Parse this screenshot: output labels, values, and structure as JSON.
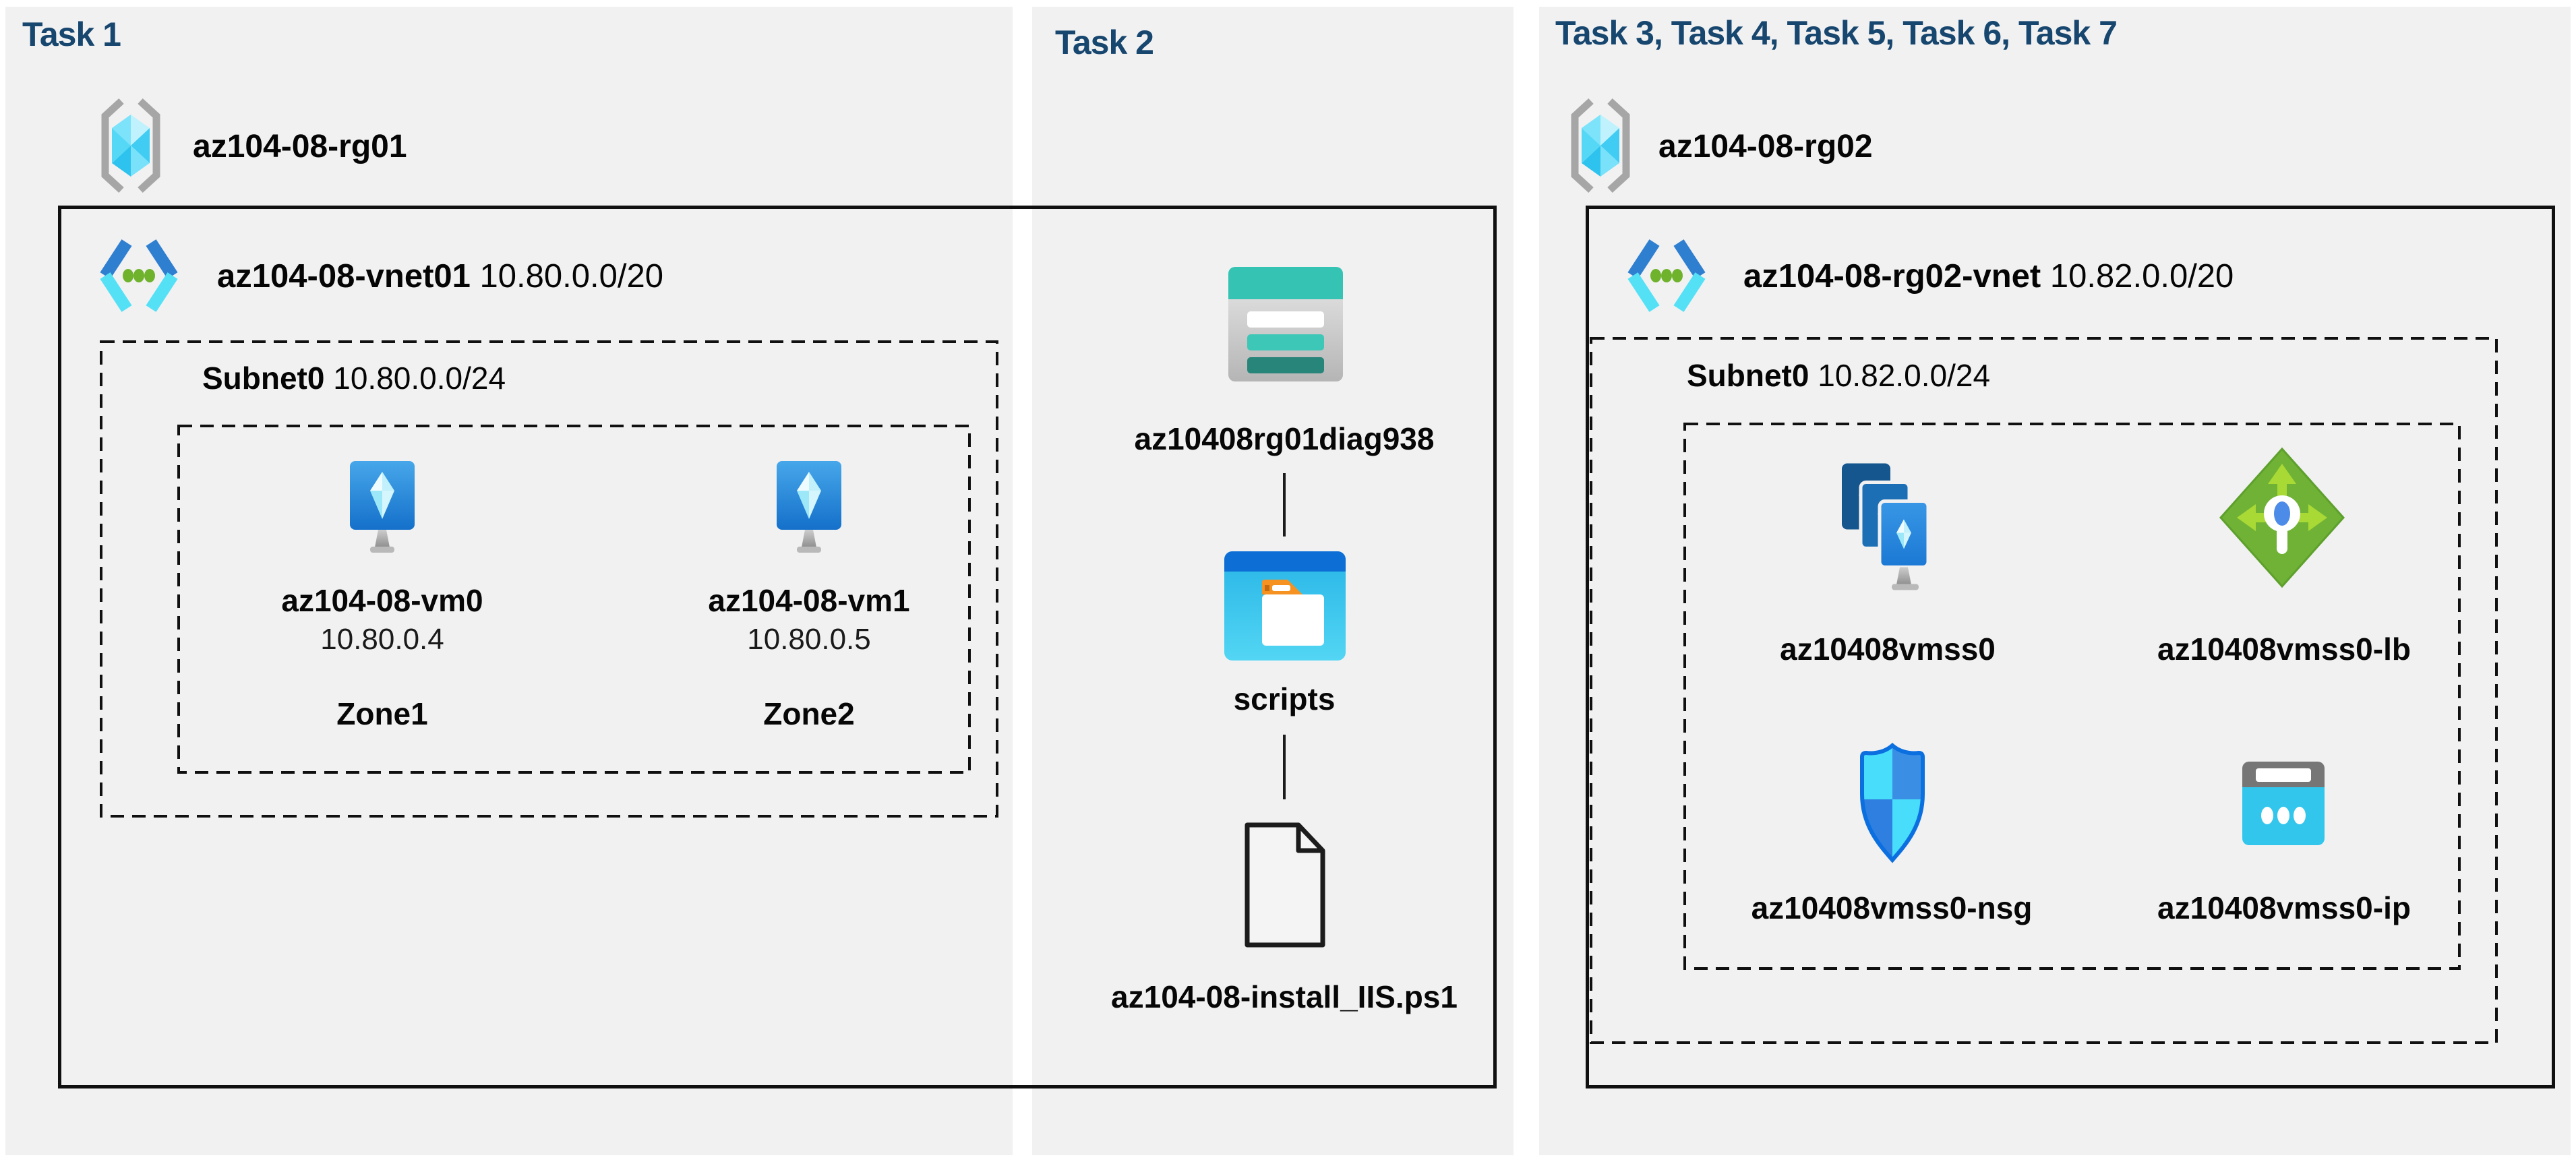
{
  "colors": {
    "title_navy": "#17466e",
    "panel_gray": "#f1f1f2",
    "storage_teal": "#35c3b3",
    "lb_green": "#6fb236",
    "vm_blue": "#1470ca",
    "cyan": "#49ddfc"
  },
  "task1": {
    "title": "Task 1",
    "resource_group": "az104-08-rg01",
    "vnet_name": "az104-08-vnet01",
    "vnet_cidr": "10.80.0.0/20",
    "subnet_name": "Subnet0",
    "subnet_cidr": "10.80.0.0/24",
    "vm0": {
      "name": "az104-08-vm0",
      "ip": "10.80.0.4",
      "zone": "Zone1"
    },
    "vm1": {
      "name": "az104-08-vm1",
      "ip": "10.80.0.5",
      "zone": "Zone2"
    }
  },
  "task2": {
    "title": "Task 2",
    "storage_account": "az10408rg01diag938",
    "container": "scripts",
    "script_file": "az104-08-install_IIS.ps1"
  },
  "task3": {
    "title": "Task 3, Task 4, Task 5, Task 6, Task 7",
    "resource_group": "az104-08-rg02",
    "vnet_name": "az104-08-rg02-vnet",
    "vnet_cidr": "10.82.0.0/20",
    "subnet_name": "Subnet0",
    "subnet_cidr": "10.82.0.0/24",
    "vmss": "az10408vmss0",
    "load_balancer": "az10408vmss0-lb",
    "nsg": "az10408vmss0-nsg",
    "public_ip": "az10408vmss0-ip"
  }
}
